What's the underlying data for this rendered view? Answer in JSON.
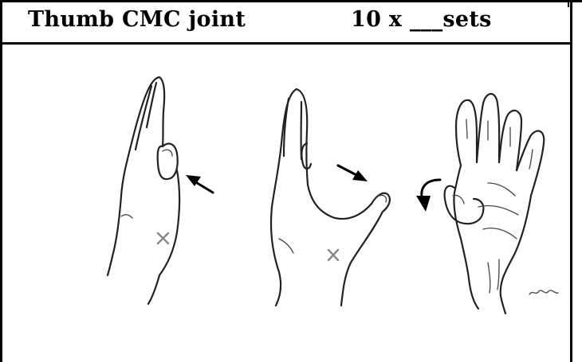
{
  "header": {
    "title": "Thumb CMC joint",
    "sets": "10 x ___sets"
  },
  "figures": [
    {
      "name": "hand-side-view-thumb-adducted",
      "icon": "hand-side-icon"
    },
    {
      "name": "hand-side-view-thumb-abducted",
      "icon": "hand-open-thumb-icon"
    },
    {
      "name": "hand-palm-view-thumb-opposition",
      "icon": "hand-palm-icon"
    }
  ],
  "colors": {
    "line": "#000000",
    "background": "#ffffff",
    "mark": "#888888"
  }
}
